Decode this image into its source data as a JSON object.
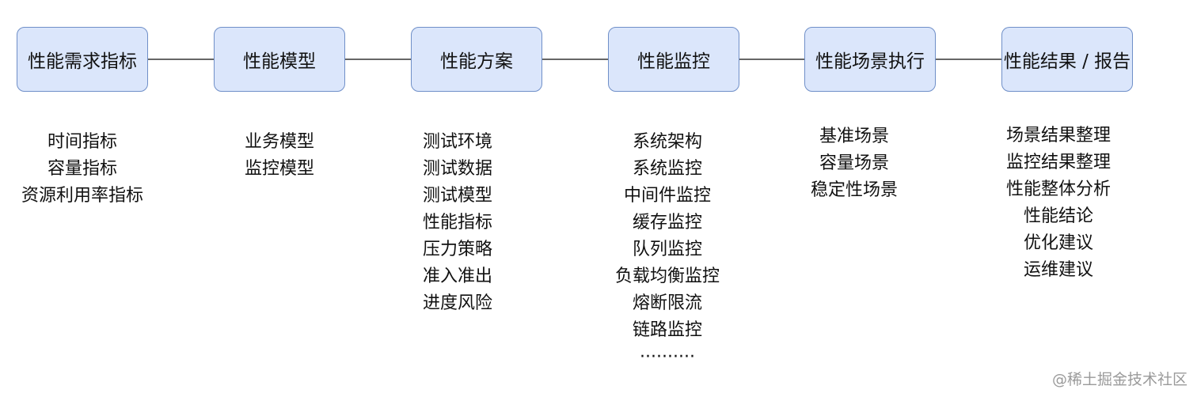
{
  "stages": [
    {
      "label": "性能需求指标",
      "items": [
        "时间指标",
        "容量指标",
        "资源利用率指标"
      ]
    },
    {
      "label": "性能模型",
      "items": [
        "业务模型",
        "监控模型"
      ]
    },
    {
      "label": "性能方案",
      "items": [
        "测试环境",
        "测试数据",
        "测试模型",
        "性能指标",
        "压力策略",
        "准入准出",
        "进度风险"
      ]
    },
    {
      "label": "性能监控",
      "items": [
        "系统架构",
        "系统监控",
        "中间件监控",
        "缓存监控",
        "队列监控",
        "负载均衡监控",
        "熔断限流",
        "链路监控",
        "··········"
      ]
    },
    {
      "label": "性能场景执行",
      "items": [
        "基准场景",
        "容量场景",
        "稳定性场景"
      ]
    },
    {
      "label": "性能结果 / 报告",
      "items": [
        "场景结果整理",
        "监控结果整理",
        "性能整体分析",
        "性能结论",
        "优化建议",
        "运维建议"
      ]
    }
  ],
  "watermark": "@稀土掘金技术社区"
}
